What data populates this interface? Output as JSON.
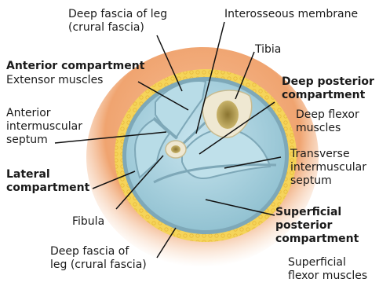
{
  "labels": {
    "deep_fascia_top": [
      "Deep fascia of leg",
      "(crural fascia)"
    ],
    "interosseous": "Interosseous membrane",
    "tibia": "Tibia",
    "anterior_compartment": "Anterior compartment",
    "extensor_muscles": "Extensor muscles",
    "anterior_septum": [
      "Anterior",
      "intermuscular",
      "septum"
    ],
    "deep_posterior_compartment": [
      "Deep posterior",
      "compartment"
    ],
    "deep_flexor_muscles": [
      "Deep flexor",
      "muscles"
    ],
    "transverse_septum": [
      "Transverse",
      "intermuscular",
      "septum"
    ],
    "lateral_compartment": [
      "Lateral",
      "compartment"
    ],
    "fibula": "Fibula",
    "superficial_posterior_compartment": [
      "Superficial",
      "posterior",
      "compartment"
    ],
    "superficial_flexor_muscles": [
      "Superficial",
      "flexor muscles"
    ],
    "deep_fascia_bottom": [
      "Deep fascia of",
      "leg (crural fascia)"
    ]
  },
  "colors": {
    "skin": "#f0a470",
    "fat": "#f5d45a",
    "fascia": "#7ea8b8",
    "muscle": "#a9d2df",
    "muscle_shade": "#8fc0d0",
    "bone_cortex": "#efe8d2",
    "marrow": "#b09a56",
    "leader": "#111111"
  }
}
